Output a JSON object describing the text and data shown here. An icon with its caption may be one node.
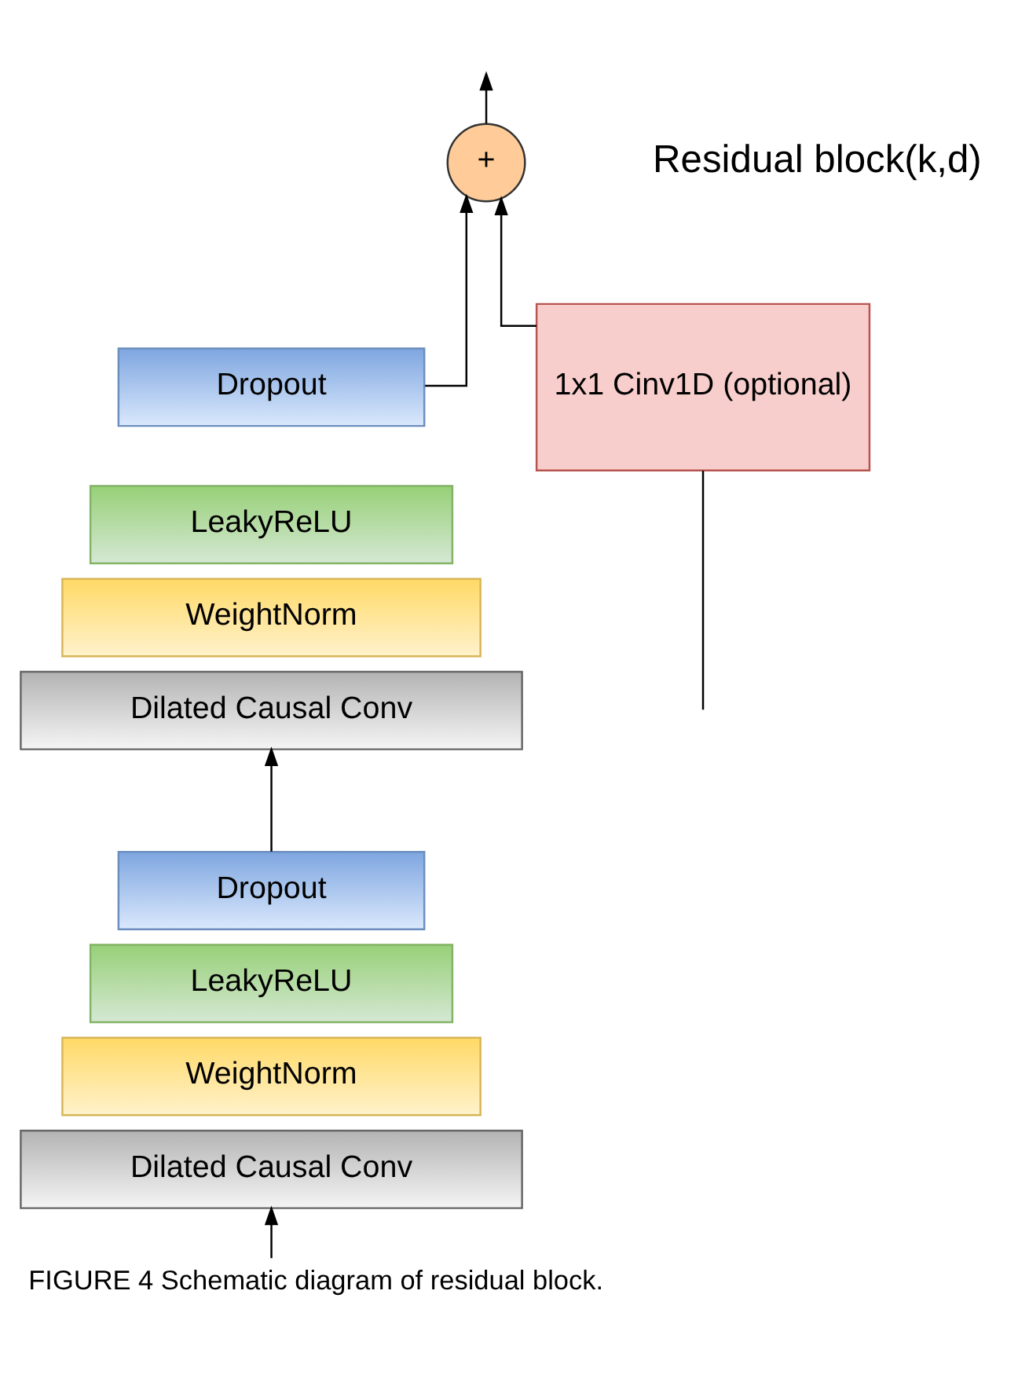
{
  "diagram": {
    "caption": "FIGURE 4 Schematic diagram of residual block.",
    "nodes": [
      {
        "text": [
          "+"
        ]
      },
      {
        "text": [
          "Dropout"
        ]
      },
      {
        "text": [
          "LeakyReLU"
        ]
      },
      {
        "text": [
          "WeightNorm"
        ]
      },
      {
        "text": [
          "Dilated Causal Conv"
        ]
      },
      {
        "text": [
          "Dropout"
        ]
      },
      {
        "text": [
          "LeakyReLU"
        ]
      },
      {
        "text": [
          "WeightNorm"
        ]
      },
      {
        "text": [
          "Dilated Causal Conv"
        ]
      },
      {
        "text": [
          "1x1 Cinv1D (optional)"
        ]
      }
    ],
    "edges": [
      {
        "from": null,
        "to": 8,
        "arrow": "to"
      },
      {
        "from": null,
        "to": 9,
        "arrow": "none"
      },
      {
        "from": 5,
        "to": 4,
        "arrow": "to"
      },
      {
        "from": 1,
        "to": 0,
        "arrow": "to"
      },
      {
        "from": 9,
        "to": 0,
        "arrow": "to"
      },
      {
        "from": 0,
        "to": null,
        "arrow": "to"
      }
    ],
    "labels": [
      "Residual block(k,d)"
    ]
  }
}
